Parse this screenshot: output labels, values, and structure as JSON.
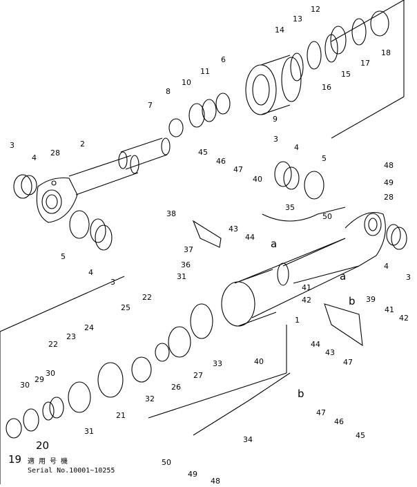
{
  "diagram": {
    "callouts": [
      {
        "id": "c1",
        "text": "1"
      },
      {
        "id": "c2",
        "text": "2"
      },
      {
        "id": "c3a",
        "text": "3"
      },
      {
        "id": "c3b",
        "text": "3"
      },
      {
        "id": "c3c",
        "text": "3"
      },
      {
        "id": "c3d",
        "text": "3"
      },
      {
        "id": "c4a",
        "text": "4"
      },
      {
        "id": "c4b",
        "text": "4"
      },
      {
        "id": "c4c",
        "text": "4"
      },
      {
        "id": "c4d",
        "text": "4"
      },
      {
        "id": "c5a",
        "text": "5"
      },
      {
        "id": "c5b",
        "text": "5"
      },
      {
        "id": "c6",
        "text": "6"
      },
      {
        "id": "c7",
        "text": "7"
      },
      {
        "id": "c8",
        "text": "8"
      },
      {
        "id": "c9",
        "text": "9"
      },
      {
        "id": "c10",
        "text": "10"
      },
      {
        "id": "c11",
        "text": "11"
      },
      {
        "id": "c12",
        "text": "12"
      },
      {
        "id": "c13",
        "text": "13"
      },
      {
        "id": "c14",
        "text": "14"
      },
      {
        "id": "c15",
        "text": "15"
      },
      {
        "id": "c16",
        "text": "16"
      },
      {
        "id": "c17",
        "text": "17"
      },
      {
        "id": "c18",
        "text": "18"
      },
      {
        "id": "c19",
        "text": "19"
      },
      {
        "id": "c20",
        "text": "20"
      },
      {
        "id": "c21",
        "text": "21"
      },
      {
        "id": "c22a",
        "text": "22"
      },
      {
        "id": "c22b",
        "text": "22"
      },
      {
        "id": "c23",
        "text": "23"
      },
      {
        "id": "c24",
        "text": "24"
      },
      {
        "id": "c25",
        "text": "25"
      },
      {
        "id": "c26",
        "text": "26"
      },
      {
        "id": "c27",
        "text": "27"
      },
      {
        "id": "c28a",
        "text": "28"
      },
      {
        "id": "c28b",
        "text": "28"
      },
      {
        "id": "c29",
        "text": "29"
      },
      {
        "id": "c30a",
        "text": "30"
      },
      {
        "id": "c30b",
        "text": "30"
      },
      {
        "id": "c31a",
        "text": "31"
      },
      {
        "id": "c31b",
        "text": "31"
      },
      {
        "id": "c32",
        "text": "32"
      },
      {
        "id": "c33",
        "text": "33"
      },
      {
        "id": "c34",
        "text": "34"
      },
      {
        "id": "c35",
        "text": "35"
      },
      {
        "id": "c36",
        "text": "36"
      },
      {
        "id": "c37",
        "text": "37"
      },
      {
        "id": "c38",
        "text": "38"
      },
      {
        "id": "c39",
        "text": "39"
      },
      {
        "id": "c40a",
        "text": "40"
      },
      {
        "id": "c40b",
        "text": "40"
      },
      {
        "id": "c41a",
        "text": "41"
      },
      {
        "id": "c41b",
        "text": "41"
      },
      {
        "id": "c42a",
        "text": "42"
      },
      {
        "id": "c42b",
        "text": "42"
      },
      {
        "id": "c43a",
        "text": "43"
      },
      {
        "id": "c43b",
        "text": "43"
      },
      {
        "id": "c44a",
        "text": "44"
      },
      {
        "id": "c44b",
        "text": "44"
      },
      {
        "id": "c45a",
        "text": "45"
      },
      {
        "id": "c45b",
        "text": "45"
      },
      {
        "id": "c46a",
        "text": "46"
      },
      {
        "id": "c46b",
        "text": "46"
      },
      {
        "id": "c47a",
        "text": "47"
      },
      {
        "id": "c47b",
        "text": "47"
      },
      {
        "id": "c47c",
        "text": "47"
      },
      {
        "id": "c48a",
        "text": "48"
      },
      {
        "id": "c48b",
        "text": "48"
      },
      {
        "id": "c49a",
        "text": "49"
      },
      {
        "id": "c49b",
        "text": "49"
      },
      {
        "id": "c50a",
        "text": "50"
      },
      {
        "id": "c50b",
        "text": "50"
      },
      {
        "id": "ra1",
        "text": "a"
      },
      {
        "id": "ra2",
        "text": "a"
      },
      {
        "id": "rb1",
        "text": "b"
      },
      {
        "id": "rb2",
        "text": "b"
      }
    ]
  },
  "footer": {
    "line1": "適 用 号 機",
    "line2": "Serial No.10001~10255"
  }
}
